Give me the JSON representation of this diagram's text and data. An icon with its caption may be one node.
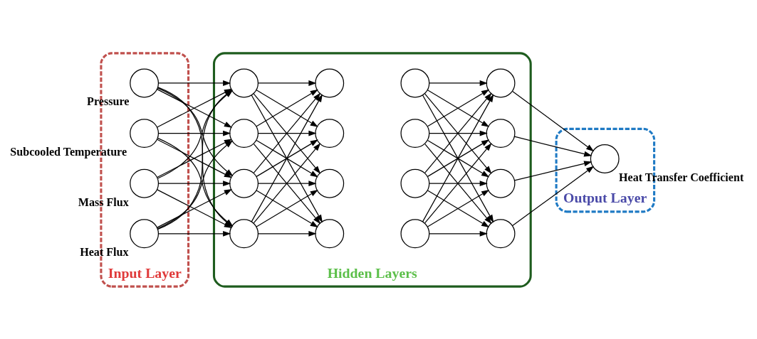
{
  "diagram": {
    "nodes": [
      {
        "text": [
          "Input Layer"
        ]
      },
      {
        "text": [],
        "shape": "circle",
        "in": 0,
        "beside": [
          "Pressure"
        ]
      },
      {
        "text": [],
        "shape": "circle",
        "in": 0,
        "beside": [
          "Subcooled Temperature"
        ]
      },
      {
        "text": [],
        "shape": "circle",
        "in": 0,
        "beside": [
          "Mass Flux"
        ]
      },
      {
        "text": [],
        "shape": "circle",
        "in": 0,
        "beside": [
          "Heat Flux"
        ]
      },
      {
        "text": [
          "Hidden Layers"
        ]
      },
      {
        "text": [],
        "shape": "circle",
        "in": 5
      },
      {
        "text": [],
        "shape": "circle",
        "in": 5
      },
      {
        "text": [],
        "shape": "circle",
        "in": 5
      },
      {
        "text": [],
        "shape": "circle",
        "in": 5
      },
      {
        "text": [],
        "shape": "circle",
        "in": 5
      },
      {
        "text": [],
        "shape": "circle",
        "in": 5
      },
      {
        "text": [],
        "shape": "circle",
        "in": 5
      },
      {
        "text": [],
        "shape": "circle",
        "in": 5
      },
      {
        "text": [],
        "shape": "circle",
        "in": 5
      },
      {
        "text": [],
        "shape": "circle",
        "in": 5
      },
      {
        "text": [],
        "shape": "circle",
        "in": 5
      },
      {
        "text": [],
        "shape": "circle",
        "in": 5
      },
      {
        "text": [],
        "shape": "circle",
        "in": 5
      },
      {
        "text": [],
        "shape": "circle",
        "in": 5
      },
      {
        "text": [],
        "shape": "circle",
        "in": 5
      },
      {
        "text": [],
        "shape": "circle",
        "in": 5
      },
      {
        "text": [
          "Output Layer"
        ]
      },
      {
        "text": [],
        "shape": "circle",
        "in": 22,
        "beside": [
          "Heat Transfer Coefficient"
        ]
      }
    ],
    "edges": [
      {
        "from": 1,
        "to": 6,
        "arrow": "to"
      },
      {
        "from": 1,
        "to": 7,
        "arrow": "to"
      },
      {
        "from": 1,
        "to": 8,
        "arrow": "to"
      },
      {
        "from": 1,
        "to": 9,
        "arrow": "to"
      },
      {
        "from": 2,
        "to": 6,
        "arrow": "to"
      },
      {
        "from": 2,
        "to": 7,
        "arrow": "to"
      },
      {
        "from": 2,
        "to": 8,
        "arrow": "to"
      },
      {
        "from": 2,
        "to": 9,
        "arrow": "to"
      },
      {
        "from": 3,
        "to": 6,
        "arrow": "to"
      },
      {
        "from": 3,
        "to": 7,
        "arrow": "to"
      },
      {
        "from": 3,
        "to": 8,
        "arrow": "to"
      },
      {
        "from": 3,
        "to": 9,
        "arrow": "to"
      },
      {
        "from": 4,
        "to": 6,
        "arrow": "to"
      },
      {
        "from": 4,
        "to": 7,
        "arrow": "to"
      },
      {
        "from": 4,
        "to": 8,
        "arrow": "to"
      },
      {
        "from": 4,
        "to": 9,
        "arrow": "to"
      },
      {
        "from": 6,
        "to": 10,
        "arrow": "to"
      },
      {
        "from": 6,
        "to": 11,
        "arrow": "to"
      },
      {
        "from": 6,
        "to": 12,
        "arrow": "to"
      },
      {
        "from": 6,
        "to": 13,
        "arrow": "to"
      },
      {
        "from": 7,
        "to": 10,
        "arrow": "to"
      },
      {
        "from": 7,
        "to": 11,
        "arrow": "to"
      },
      {
        "from": 7,
        "to": 12,
        "arrow": "to"
      },
      {
        "from": 7,
        "to": 13,
        "arrow": "to"
      },
      {
        "from": 8,
        "to": 10,
        "arrow": "to"
      },
      {
        "from": 8,
        "to": 11,
        "arrow": "to"
      },
      {
        "from": 8,
        "to": 12,
        "arrow": "to"
      },
      {
        "from": 8,
        "to": 13,
        "arrow": "to"
      },
      {
        "from": 9,
        "to": 10,
        "arrow": "to"
      },
      {
        "from": 9,
        "to": 11,
        "arrow": "to"
      },
      {
        "from": 9,
        "to": 12,
        "arrow": "to"
      },
      {
        "from": 9,
        "to": 13,
        "arrow": "to"
      },
      {
        "from": 14,
        "to": 18,
        "arrow": "to"
      },
      {
        "from": 14,
        "to": 19,
        "arrow": "to"
      },
      {
        "from": 14,
        "to": 20,
        "arrow": "to"
      },
      {
        "from": 14,
        "to": 21,
        "arrow": "to"
      },
      {
        "from": 15,
        "to": 18,
        "arrow": "to"
      },
      {
        "from": 15,
        "to": 19,
        "arrow": "to"
      },
      {
        "from": 15,
        "to": 20,
        "arrow": "to"
      },
      {
        "from": 15,
        "to": 21,
        "arrow": "to"
      },
      {
        "from": 16,
        "to": 18,
        "arrow": "to"
      },
      {
        "from": 16,
        "to": 19,
        "arrow": "to"
      },
      {
        "from": 16,
        "to": 20,
        "arrow": "to"
      },
      {
        "from": 16,
        "to": 21,
        "arrow": "to"
      },
      {
        "from": 17,
        "to": 18,
        "arrow": "to"
      },
      {
        "from": 17,
        "to": 19,
        "arrow": "to"
      },
      {
        "from": 17,
        "to": 20,
        "arrow": "to"
      },
      {
        "from": 17,
        "to": 21,
        "arrow": "to"
      },
      {
        "from": 18,
        "to": 23,
        "arrow": "to"
      },
      {
        "from": 19,
        "to": 23,
        "arrow": "to"
      },
      {
        "from": 20,
        "to": 23,
        "arrow": "to"
      },
      {
        "from": 21,
        "to": 23,
        "arrow": "to"
      }
    ]
  }
}
